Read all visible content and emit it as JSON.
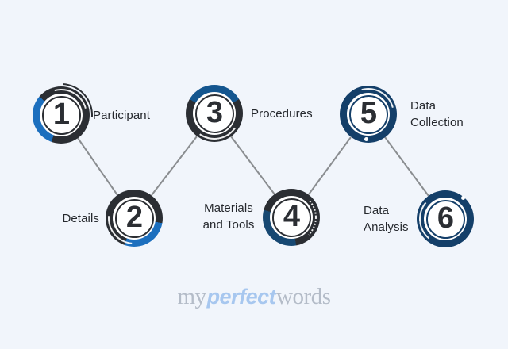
{
  "canvas": {
    "background": "#f1f5fb",
    "connector_color": "#8a8d90",
    "ink": "#2b2e33",
    "label_color": "#26292e"
  },
  "diagram": {
    "steps": [
      {
        "number": "1",
        "label_lines": [
          "Participant"
        ],
        "accent": "#1c6fbe"
      },
      {
        "number": "2",
        "label_lines": [
          "Details"
        ],
        "accent": "#1c6fbe"
      },
      {
        "number": "3",
        "label_lines": [
          "Procedures"
        ],
        "accent": "#14568f"
      },
      {
        "number": "4",
        "label_lines": [
          "Materials",
          "and Tools"
        ],
        "accent": "#174872"
      },
      {
        "number": "5",
        "label_lines": [
          "Data",
          "Collection"
        ],
        "accent": "#143f69"
      },
      {
        "number": "6",
        "label_lines": [
          "Data",
          "Analysis"
        ],
        "accent": "#143f69"
      }
    ]
  },
  "footer": {
    "logo_part1": "my",
    "logo_part2": "perfect",
    "logo_part3": "words",
    "logo_gray": "#b4bcc8",
    "logo_blue": "#a7c7ef"
  }
}
